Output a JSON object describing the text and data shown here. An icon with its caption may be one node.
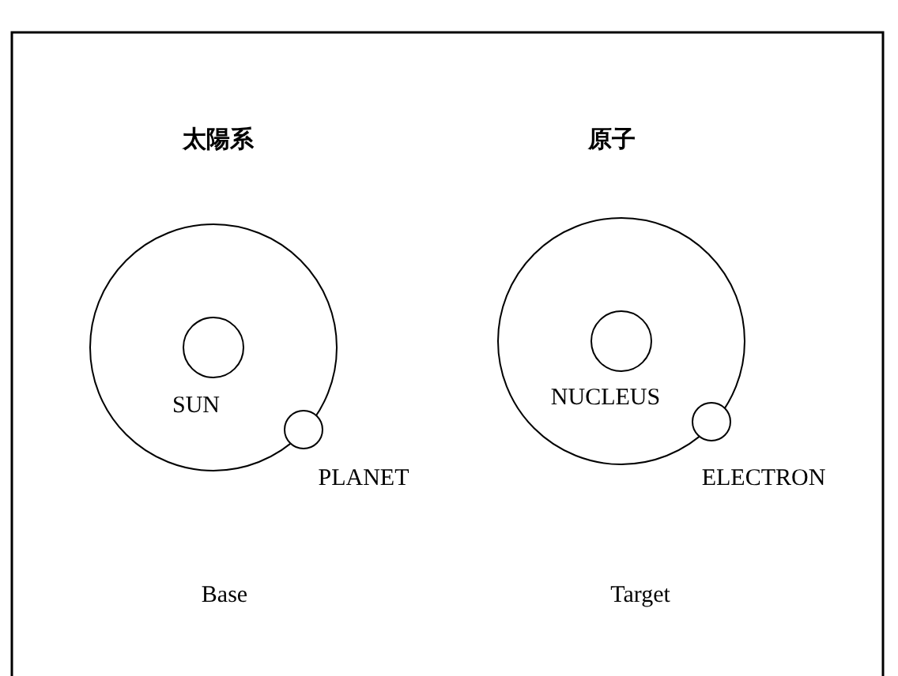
{
  "diagram": {
    "labels": [
      "太陽系",
      "原子",
      "SUN",
      "NUCLEUS",
      "PLANET",
      "ELECTRON",
      "Base",
      "Target"
    ]
  }
}
